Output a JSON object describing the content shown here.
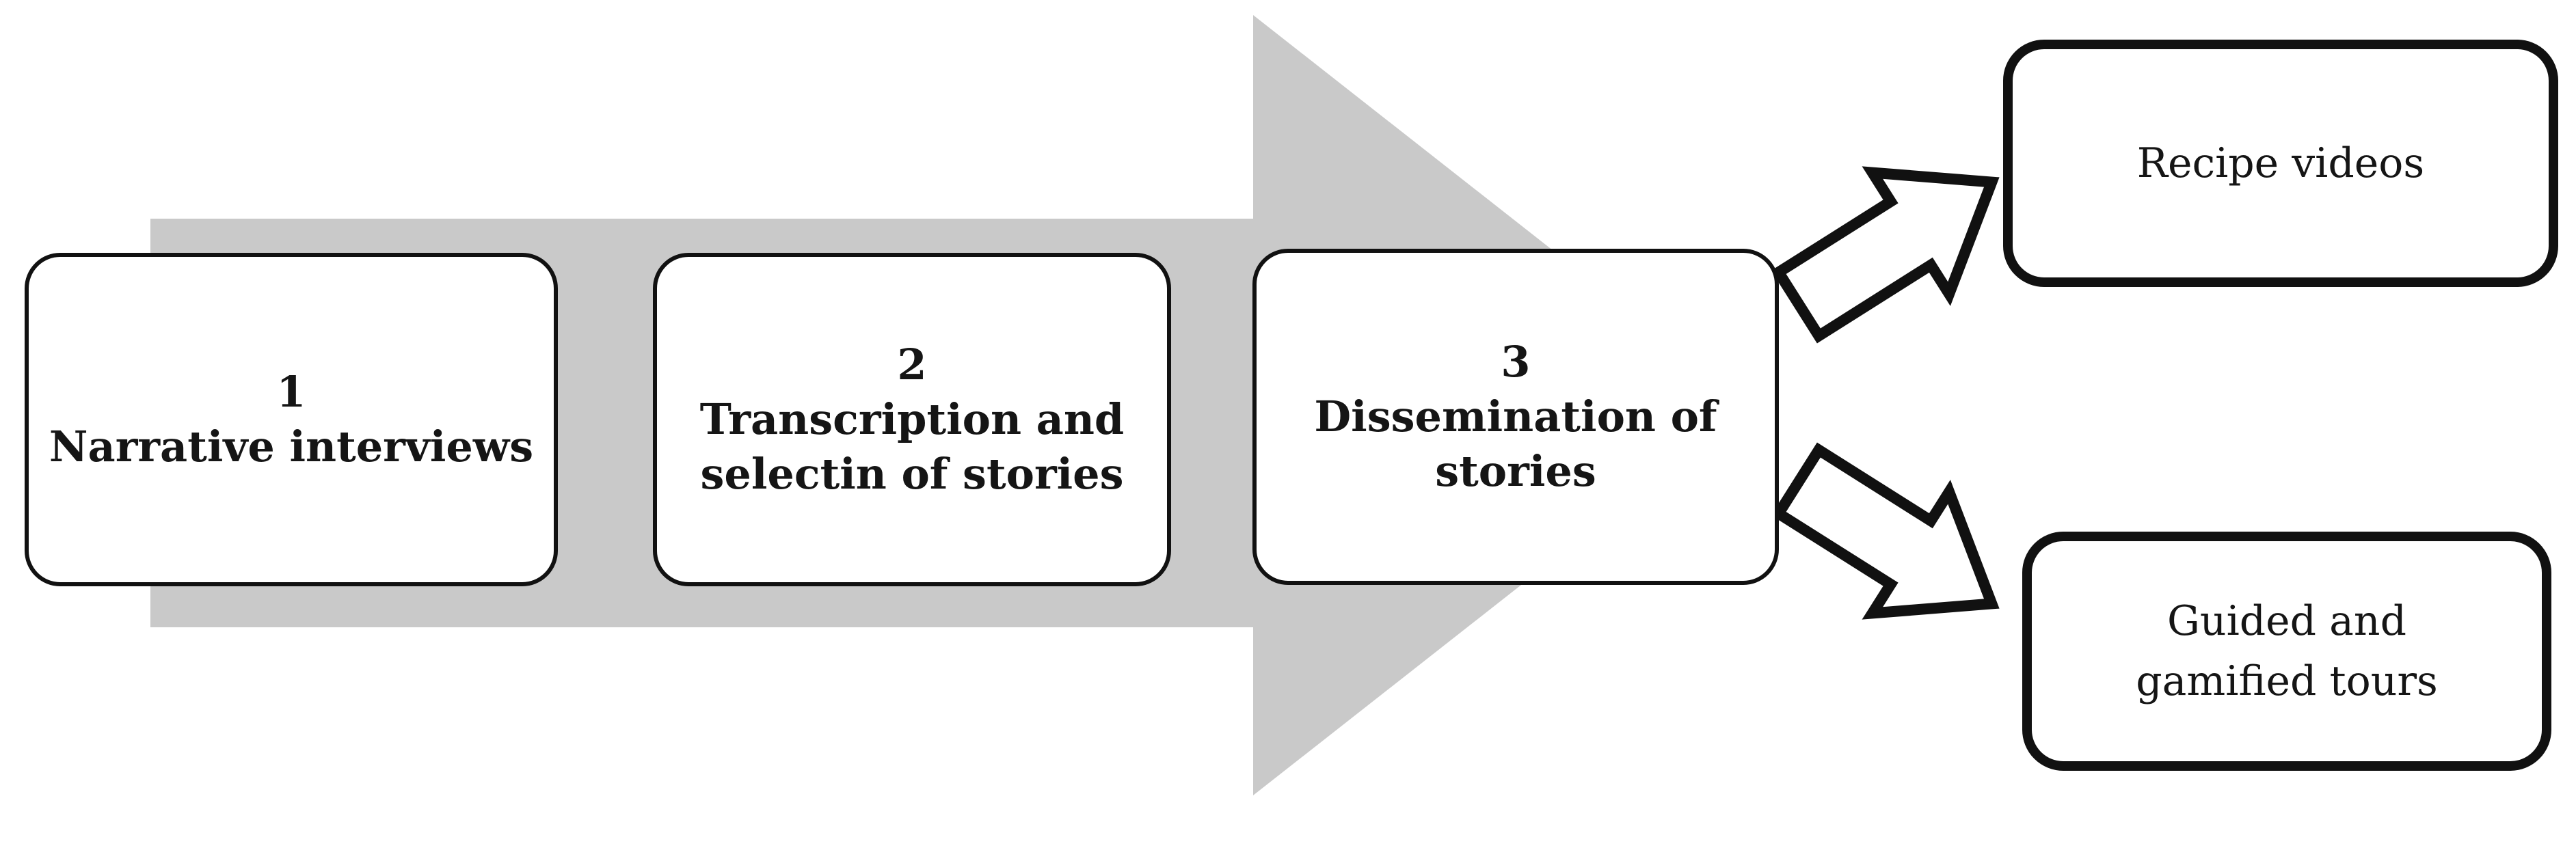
{
  "figure": {
    "colors": {
      "background": "#ffffff",
      "flow_arrow_gray": "#c9c9c9",
      "outline_black": "#111111",
      "box_fill": "#ffffff"
    },
    "steps": [
      {
        "number": "1",
        "lines": [
          "Narrative interviews",
          ""
        ]
      },
      {
        "number": "2",
        "lines": [
          "Transcription and",
          "selectin of stories"
        ]
      },
      {
        "number": "3",
        "lines": [
          "Dissemination of",
          "stories"
        ]
      }
    ],
    "outputs": [
      {
        "lines": [
          "Recipe videos",
          ""
        ]
      },
      {
        "lines": [
          "Guided and",
          "gamified tours"
        ]
      }
    ]
  }
}
